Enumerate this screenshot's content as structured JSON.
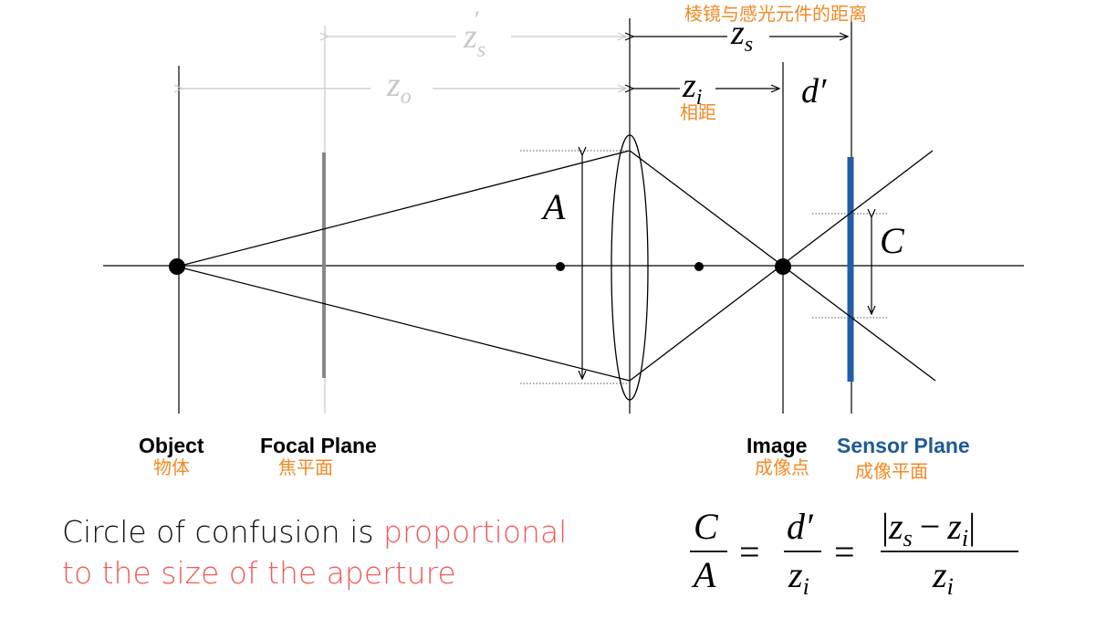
{
  "labels": {
    "object": "Object",
    "object_cn": "物体",
    "focal_plane": "Focal Plane",
    "focal_plane_cn": "焦平面",
    "image": "Image",
    "image_cn": "成像点",
    "sensor_plane": "Sensor Plane",
    "sensor_plane_cn": "成像平面"
  },
  "symbols": {
    "zs_prime": "z",
    "zs_prime_sub": "s",
    "zs_prime_mark": "′",
    "zs": "z",
    "zs_sub": "s",
    "zo": "z",
    "zo_sub": "o",
    "zi": "z",
    "zi_sub": "i",
    "d_prime": "d′",
    "A": "A",
    "C": "C"
  },
  "annotations_cn": {
    "sensor_distance": "棱镜与感光元件的距离",
    "image_distance": "相距"
  },
  "caption": {
    "part1": "Circle of confusion is ",
    "part2_highlight": "proportional",
    "line2_highlight": "to the size of the aperture"
  },
  "formula": {
    "num1": "C",
    "den1": "A",
    "eq1": "=",
    "num2": "d′",
    "den2": "z",
    "den2_sub": "i",
    "eq2": "=",
    "num3_bar_left": "|",
    "num3_z1": "z",
    "num3_z1_sub": "s",
    "num3_minus": "−",
    "num3_z2": "z",
    "num3_z2_sub": "i",
    "num3_bar_right": "|",
    "den3": "z",
    "den3_sub": "i"
  },
  "colors": {
    "annotation_cn": "#f08a24",
    "sensor_plane": "#1f5fa8",
    "sensor_label": "#1f5a96",
    "highlight": "#f05a5a",
    "muted": "#c8c8c8"
  }
}
